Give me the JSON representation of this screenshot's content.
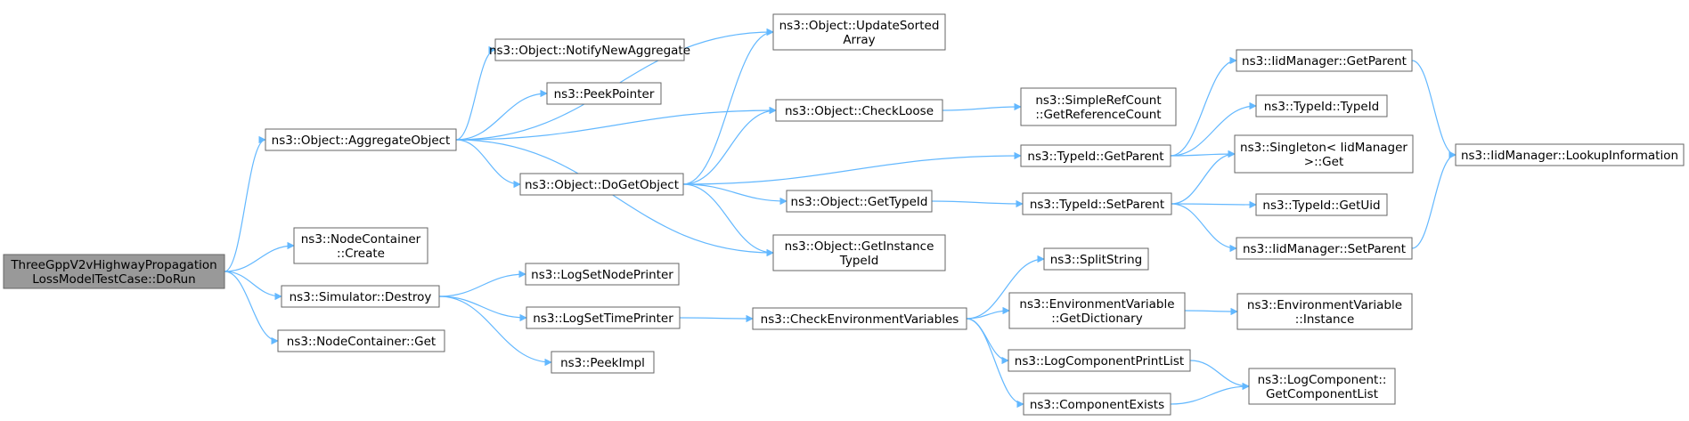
{
  "colors": {
    "edge": "#63b8ff",
    "node_border": "#666666",
    "root_fill": "#999999",
    "node_fill": "#ffffff"
  },
  "nodes": {
    "root": [
      "ThreeGppV2vHighwayPropagation",
      "LossModelTestCase::DoRun"
    ],
    "aggregate_object": [
      "ns3::Object::AggregateObject"
    ],
    "node_container_create": [
      "ns3::NodeContainer",
      "::Create"
    ],
    "simulator_destroy": [
      "ns3::Simulator::Destroy"
    ],
    "node_container_get": [
      "ns3::NodeContainer::Get"
    ],
    "update_sorted_array": [
      "ns3::Object::UpdateSorted",
      "Array"
    ],
    "notify_new_aggregate": [
      "ns3::Object::NotifyNewAggregate"
    ],
    "peek_pointer": [
      "ns3::PeekPointer"
    ],
    "check_loose": [
      "ns3::Object::CheckLoose"
    ],
    "do_get_object": [
      "ns3::Object::DoGetObject"
    ],
    "get_type_id": [
      "ns3::Object::GetTypeId"
    ],
    "get_instance_type_id": [
      "ns3::Object::GetInstance",
      "TypeId"
    ],
    "log_set_node_printer": [
      "ns3::LogSetNodePrinter"
    ],
    "log_set_time_printer": [
      "ns3::LogSetTimePrinter"
    ],
    "peek_impl": [
      "ns3::PeekImpl"
    ],
    "get_reference_count": [
      "ns3::SimpleRefCount",
      "::GetReferenceCount"
    ],
    "typeid_get_parent": [
      "ns3::TypeId::GetParent"
    ],
    "typeid_set_parent": [
      "ns3::TypeId::SetParent"
    ],
    "check_env_vars": [
      "ns3::CheckEnvironmentVariables"
    ],
    "split_string": [
      "ns3::SplitString"
    ],
    "get_dictionary": [
      "ns3::EnvironmentVariable",
      "::GetDictionary"
    ],
    "log_component_print_list": [
      "ns3::LogComponentPrintList"
    ],
    "component_exists": [
      "ns3::ComponentExists"
    ],
    "iid_get_parent": [
      "ns3::IidManager::GetParent"
    ],
    "typeid_typeid": [
      "ns3::TypeId::TypeId"
    ],
    "singleton_get": [
      "ns3::Singleton< IidManager",
      ">::Get"
    ],
    "typeid_get_uid": [
      "ns3::TypeId::GetUid"
    ],
    "iid_set_parent": [
      "ns3::IidManager::SetParent"
    ],
    "env_instance": [
      "ns3::EnvironmentVariable",
      "::Instance"
    ],
    "get_component_list": [
      "ns3::LogComponent::",
      "GetComponentList"
    ],
    "lookup_information": [
      "ns3::IidManager::LookupInformation"
    ]
  },
  "edges": [
    [
      "root",
      "aggregate_object"
    ],
    [
      "root",
      "node_container_create"
    ],
    [
      "root",
      "simulator_destroy"
    ],
    [
      "root",
      "node_container_get"
    ],
    [
      "aggregate_object",
      "update_sorted_array"
    ],
    [
      "aggregate_object",
      "notify_new_aggregate"
    ],
    [
      "aggregate_object",
      "peek_pointer"
    ],
    [
      "aggregate_object",
      "check_loose"
    ],
    [
      "aggregate_object",
      "do_get_object"
    ],
    [
      "aggregate_object",
      "get_instance_type_id"
    ],
    [
      "do_get_object",
      "update_sorted_array"
    ],
    [
      "do_get_object",
      "check_loose"
    ],
    [
      "do_get_object",
      "typeid_get_parent"
    ],
    [
      "do_get_object",
      "get_type_id"
    ],
    [
      "do_get_object",
      "get_instance_type_id"
    ],
    [
      "check_loose",
      "get_reference_count"
    ],
    [
      "get_type_id",
      "typeid_set_parent"
    ],
    [
      "typeid_get_parent",
      "iid_get_parent"
    ],
    [
      "typeid_get_parent",
      "typeid_typeid"
    ],
    [
      "typeid_get_parent",
      "singleton_get"
    ],
    [
      "typeid_set_parent",
      "singleton_get"
    ],
    [
      "typeid_set_parent",
      "typeid_get_uid"
    ],
    [
      "typeid_set_parent",
      "iid_set_parent"
    ],
    [
      "iid_get_parent",
      "lookup_information"
    ],
    [
      "iid_set_parent",
      "lookup_information"
    ],
    [
      "simulator_destroy",
      "log_set_node_printer"
    ],
    [
      "simulator_destroy",
      "log_set_time_printer"
    ],
    [
      "simulator_destroy",
      "peek_impl"
    ],
    [
      "log_set_time_printer",
      "check_env_vars"
    ],
    [
      "check_env_vars",
      "split_string"
    ],
    [
      "check_env_vars",
      "get_dictionary"
    ],
    [
      "check_env_vars",
      "log_component_print_list"
    ],
    [
      "check_env_vars",
      "component_exists"
    ],
    [
      "get_dictionary",
      "env_instance"
    ],
    [
      "log_component_print_list",
      "get_component_list"
    ],
    [
      "component_exists",
      "get_component_list"
    ]
  ]
}
